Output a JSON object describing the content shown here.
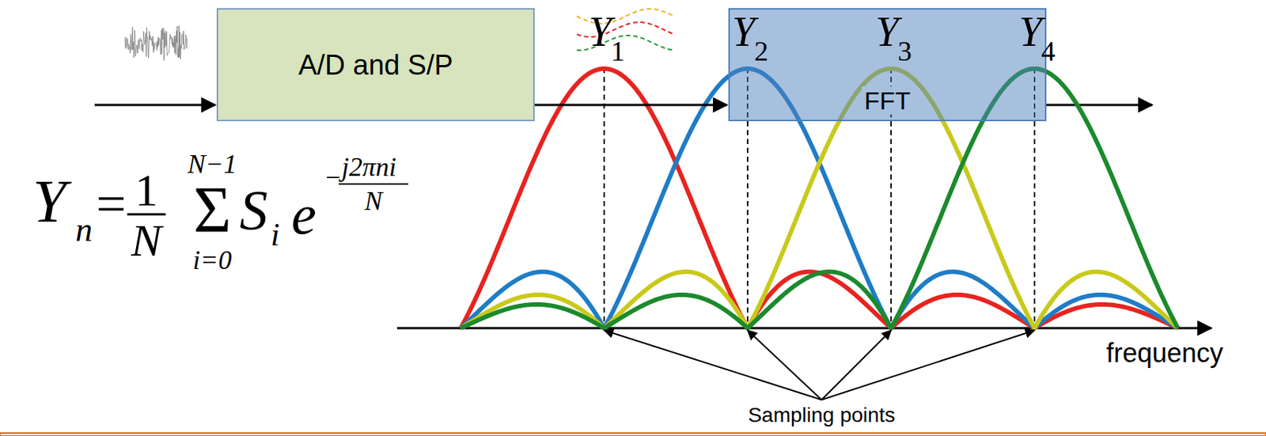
{
  "diagram": {
    "nodes": [
      {
        "text": [
          "A/D and S/P"
        ]
      },
      {
        "text": [
          "FFT"
        ]
      }
    ],
    "edges": [
      {
        "from": 0,
        "to": 1,
        "arrow": "to"
      }
    ],
    "labels": [
      "Y",
      "n",
      "=",
      "1",
      "N",
      "N−1",
      "Σ",
      "i=0",
      "S",
      "i",
      "e",
      "−",
      "j2πni",
      "N",
      "Y",
      "1",
      "Y",
      "2",
      "Y",
      "3",
      "Y",
      "4",
      "frequency",
      "Sampling points"
    ]
  }
}
